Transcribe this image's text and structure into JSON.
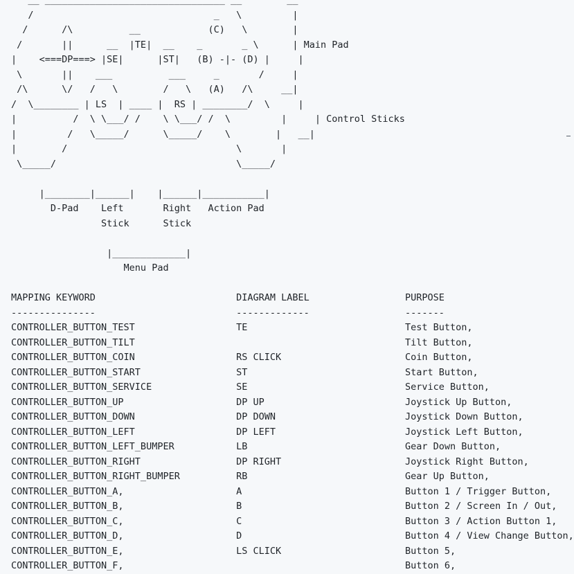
{
  "diagram": {
    "lines": [
      "   __ ________________________________ __        __",
      "   /                                _   \\         |",
      "  /      /\\          __            (C)   \\        |",
      " /       ||      __  |TE|  __    _       _ \\      | Main Pad",
      "|    <===DP===> |SE|      |ST|   (B) -|- (D) |     |",
      " \\       ||    ___          ___     _       /     |",
      " /\\      \\/   /   \\        /   \\   (A)   /\\     __|",
      "/  \\________ | LS  | ____ |  RS | ________/  \\     |",
      "|          /  \\ \\___/ /    \\ \\___/ /  \\         |     | Control Sticks",
      "|         /   \\_____/      \\_____/    \\        |   __|",
      "|        /                              \\       |",
      " \\_____/                                \\_____/",
      "",
      "     |________|______|    |______|___________|",
      "       D-Pad    Left       Right   Action Pad",
      "                Stick      Stick",
      "",
      "                 |_____________|",
      "                    Menu Pad",
      ""
    ]
  },
  "mapping_table": {
    "headers": [
      "MAPPING KEYWORD",
      "DIAGRAM LABEL",
      "PURPOSE"
    ],
    "separators": [
      "---------------",
      "-------------",
      "-------"
    ],
    "rows": [
      [
        "CONTROLLER_BUTTON_TEST",
        "TE",
        "Test Button,"
      ],
      [
        "CONTROLLER_BUTTON_TILT",
        "",
        "Tilt Button,"
      ],
      [
        "CONTROLLER_BUTTON_COIN",
        "RS CLICK",
        "Coin Button,"
      ],
      [
        "CONTROLLER_BUTTON_START",
        "ST",
        "Start Button,"
      ],
      [
        "CONTROLLER_BUTTON_SERVICE",
        "SE",
        "Service Button,"
      ],
      [
        "CONTROLLER_BUTTON_UP",
        "DP UP",
        "Joystick Up Button,"
      ],
      [
        "CONTROLLER_BUTTON_DOWN",
        "DP DOWN",
        "Joystick Down Button,"
      ],
      [
        "CONTROLLER_BUTTON_LEFT",
        "DP LEFT",
        "Joystick Left Button,"
      ],
      [
        "CONTROLLER_BUTTON_LEFT_BUMPER",
        "LB",
        "Gear Down Button,"
      ],
      [
        "CONTROLLER_BUTTON_RIGHT",
        "DP RIGHT",
        "Joystick Right Button,"
      ],
      [
        "CONTROLLER_BUTTON_RIGHT_BUMPER",
        "RB",
        "Gear Up Button,"
      ],
      [
        "CONTROLLER_BUTTON_A,",
        "A",
        "Button 1 / Trigger Button,"
      ],
      [
        "CONTROLLER_BUTTON_B,",
        "B",
        "Button 2 / Screen In / Out,"
      ],
      [
        "CONTROLLER_BUTTON_C,",
        "C",
        "Button 3 / Action Button 1,"
      ],
      [
        "CONTROLLER_BUTTON_D,",
        "D",
        "Button 4 / View Change Button,"
      ],
      [
        "CONTROLLER_BUTTON_E,",
        "LS CLICK",
        "Button 5,"
      ],
      [
        "CONTROLLER_BUTTON_F,",
        "",
        "Button 6,"
      ]
    ]
  }
}
